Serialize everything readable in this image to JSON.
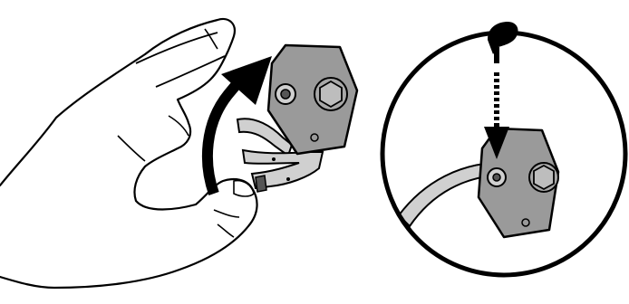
{
  "diagram": {
    "left_panel": {
      "hand_icon": "hand",
      "device_icon": "device-housing",
      "cable_icon": "hinged-cable-arm",
      "arrow_icon": "curved-arrow-up"
    },
    "right_panel": {
      "callout_icon": "magnified-circle",
      "plug_icon": "connector-plug",
      "arrow_icon": "dashed-arrow-down",
      "device_icon": "device-housing"
    },
    "colors": {
      "outline": "#000000",
      "device_fill": "#9a9a9a",
      "cable_fill": "#d0d0d0",
      "background": "#ffffff"
    }
  }
}
